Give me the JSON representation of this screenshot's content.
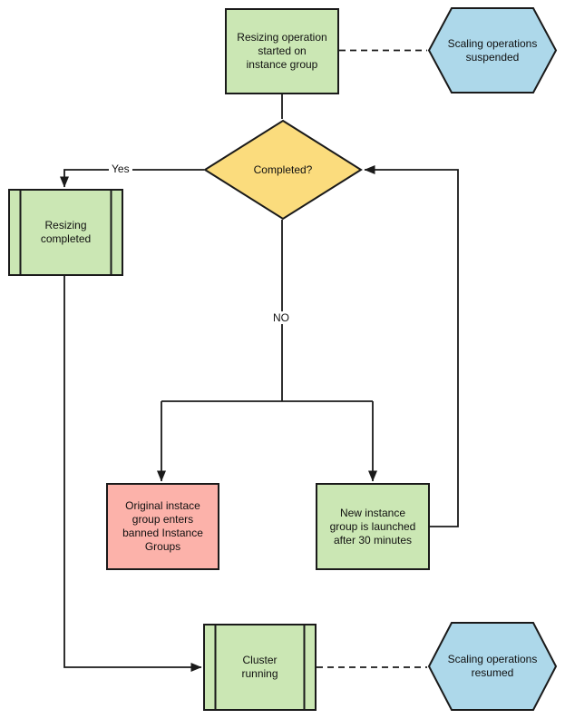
{
  "colors": {
    "green_fill": "#cbe7b4",
    "yellow_fill": "#fbdc7d",
    "red_fill": "#fcb2aa",
    "blue_fill": "#add8ea",
    "stroke": "#1a1a1a"
  },
  "nodes": {
    "resize_started": {
      "type": "process",
      "label": "Resizing operation\nstarted on\ninstance group"
    },
    "scaling_suspended": {
      "type": "hexagon",
      "label": "Scaling operations\nsuspended"
    },
    "completed": {
      "type": "decision",
      "label": "Completed?"
    },
    "resizing_completed": {
      "type": "predefined-process",
      "label": "Resizing\ncompleted"
    },
    "banned_group": {
      "type": "process",
      "label": "Original instace\ngroup enters\nbanned Instance\nGroups"
    },
    "new_group": {
      "type": "process",
      "label": "New instance\ngroup is launched\nafter 30 minutes"
    },
    "cluster_running": {
      "type": "predefined-process",
      "label": "Cluster\nrunning"
    },
    "scaling_resumed": {
      "type": "hexagon",
      "label": "Scaling operations\nresumed"
    }
  },
  "edge_labels": {
    "yes": "Yes",
    "no": "NO"
  }
}
